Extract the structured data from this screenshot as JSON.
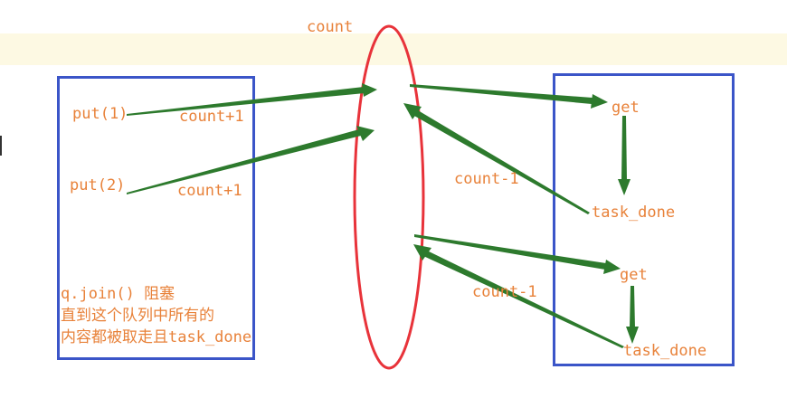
{
  "queue_label": "count",
  "left": {
    "put1": "put(1)",
    "put2": "put(2)",
    "inc1": "count+1",
    "inc2": "count+1",
    "note": [
      "q.join()  阻塞",
      "直到这个队列中所有的",
      "内容都被取走且task_done"
    ]
  },
  "right": {
    "get1": "get",
    "done1": "task_done",
    "get2": "get",
    "done2": "task_done",
    "dec1": "count-1",
    "dec2": "count-1"
  },
  "colors": {
    "arrow": "#2d7a2d",
    "ellipse": "#e8333a",
    "box": "#3b55c8",
    "text": "#e8823a",
    "band": "#fdf9e3"
  }
}
